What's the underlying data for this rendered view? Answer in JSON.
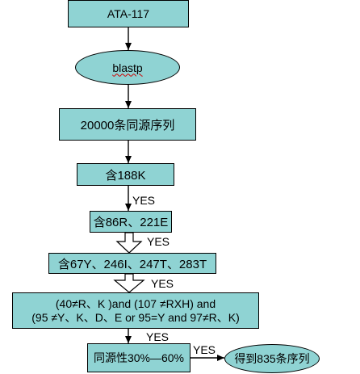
{
  "nodes": {
    "ata": "ATA-117",
    "blastp": "blastp",
    "homologs": "20000条同源序列",
    "k188": "含188K",
    "r86": "含86R、221E",
    "y67": "含67Y、246I、247T、283T",
    "cond_line1": "(40≠R、K )and (107 ≠RXH) and",
    "cond_line2": "(95 ≠Y、K、D、E or 95=Y and 97≠R、K)",
    "identity": "同源性30%—60%",
    "result": "得到835条序列"
  },
  "edge_labels": {
    "yes1": "YES",
    "yes2": "YES",
    "yes3": "YES",
    "yes4": "YES",
    "yes5": "YES"
  }
}
